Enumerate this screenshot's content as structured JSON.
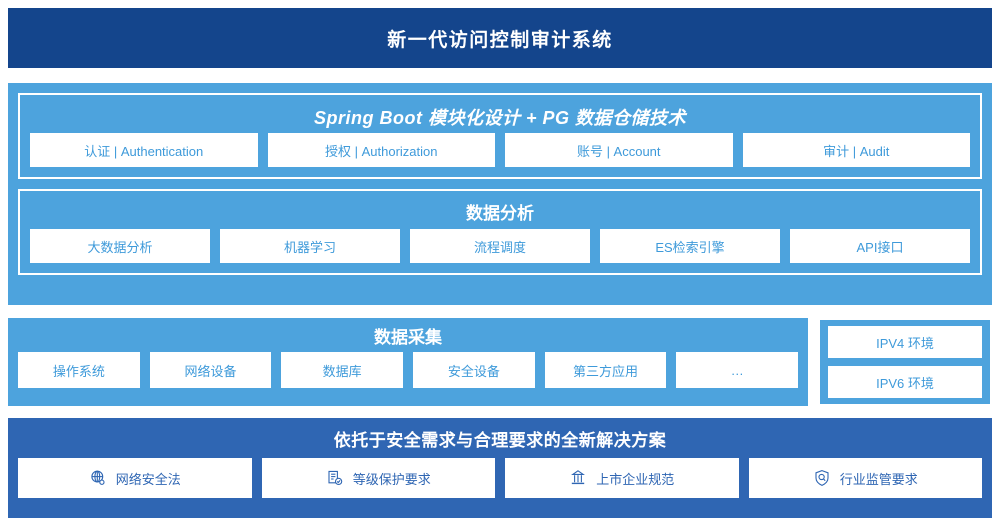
{
  "header": {
    "title": "新一代访问控制审计系统"
  },
  "platform": {
    "groups": [
      {
        "title": "Spring Boot 模块化设计 + PG 数据仓储技术",
        "italic": true,
        "items": [
          {
            "label": "认证 | Authentication"
          },
          {
            "label": "授权 | Authorization"
          },
          {
            "label": "账号 | Account"
          },
          {
            "label": "审计 | Audit"
          }
        ]
      },
      {
        "title": "数据分析",
        "italic": false,
        "items": [
          {
            "label": "大数据分析"
          },
          {
            "label": "机器学习"
          },
          {
            "label": "流程调度"
          },
          {
            "label": "ES检索引擎"
          },
          {
            "label": "API接口"
          }
        ]
      }
    ]
  },
  "collect": {
    "title": "数据采集",
    "items": [
      {
        "label": "操作系统"
      },
      {
        "label": "网络设备"
      },
      {
        "label": "数据库"
      },
      {
        "label": "安全设备"
      },
      {
        "label": "第三方应用"
      },
      {
        "label": "…"
      }
    ]
  },
  "environment": {
    "items": [
      {
        "label": "IPV4 环境"
      },
      {
        "label": "IPV6 环境"
      }
    ]
  },
  "compliance": {
    "title": "依托于安全需求与合理要求的全新解决方案",
    "items": [
      {
        "label": "网络安全法",
        "icon": "globe-icon"
      },
      {
        "label": "等级保护要求",
        "icon": "document-check-icon"
      },
      {
        "label": "上市企业规范",
        "icon": "bank-building-icon"
      },
      {
        "label": "行业监管要求",
        "icon": "shield-search-icon"
      }
    ]
  },
  "colors": {
    "header_navy": "#14458c",
    "panel_blue": "#4da3dd",
    "compliance_blue": "#2f66b3",
    "chip_text_blue": "#3e9ada",
    "chip_text_navy": "#2f66b3",
    "chip_white": "#ffffff"
  }
}
